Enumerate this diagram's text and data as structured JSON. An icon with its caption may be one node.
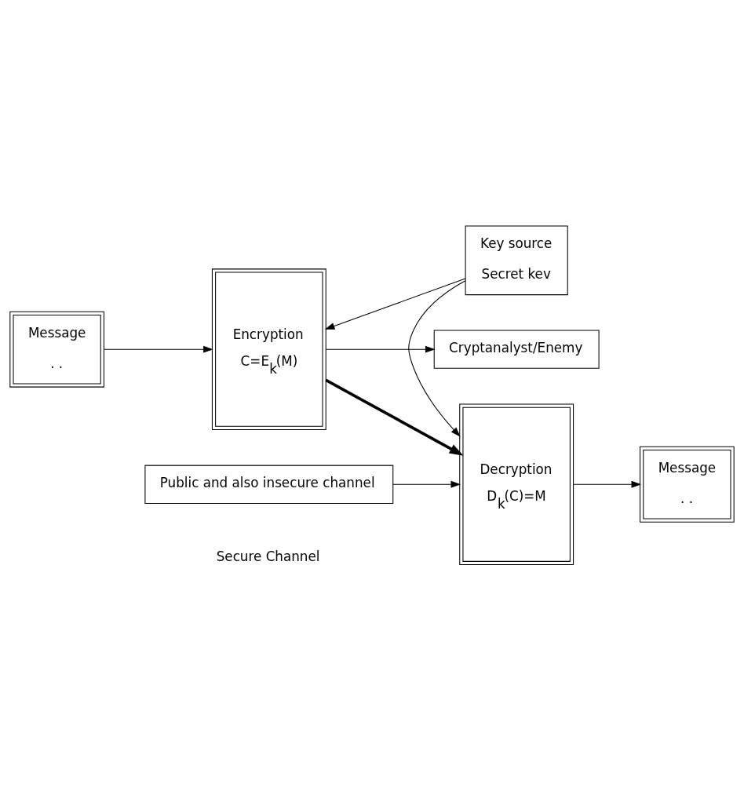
{
  "diagram": {
    "nodes": [
      {
        "text": [
          "Message",
          ". ."
        ]
      },
      {
        "text": [
          "Encryption",
          "C=E$_{k}$(M)"
        ]
      },
      {
        "text": [
          "Decryption",
          "D$_{k}$(C)=M"
        ]
      },
      {
        "text": [
          "Message",
          ". ."
        ]
      },
      {
        "text": [
          "Key source",
          "Secret kev"
        ]
      },
      {
        "text": [
          "Public and also insecure channel"
        ]
      },
      {
        "text": [
          "Cryptanalyst/Enemy"
        ]
      }
    ],
    "edges": [
      {
        "from": 0,
        "to": 1,
        "arrow": "to"
      },
      {
        "from": 1,
        "to": 2,
        "arrow": "to",
        "style": "thick"
      },
      {
        "from": 2,
        "to": 3,
        "arrow": "to"
      },
      {
        "from": 5,
        "to": 2,
        "arrow": "to"
      },
      {
        "from": 1,
        "to": 6,
        "arrow": "to"
      },
      {
        "from": 4,
        "to": 1,
        "arrow": "to"
      },
      {
        "from": 4,
        "to": 2,
        "arrow": "to"
      }
    ],
    "labels": [
      "Secure Channel"
    ]
  }
}
